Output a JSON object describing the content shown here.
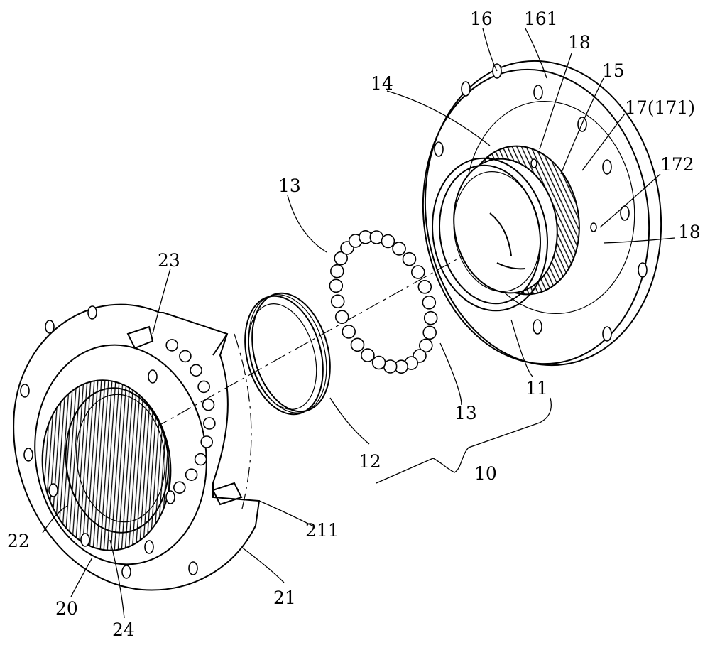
{
  "labels": {
    "l16": "16",
    "l161": "161",
    "l18_top": "18",
    "l15": "15",
    "l14": "14",
    "l17": "17(171)",
    "l172": "172",
    "l18_right": "18",
    "l13_top": "13",
    "l13_bottom": "13",
    "l23": "23",
    "l11": "11",
    "l12": "12",
    "l10": "10",
    "l211": "211",
    "l22": "22",
    "l21": "21",
    "l20": "20",
    "l24": "24"
  }
}
